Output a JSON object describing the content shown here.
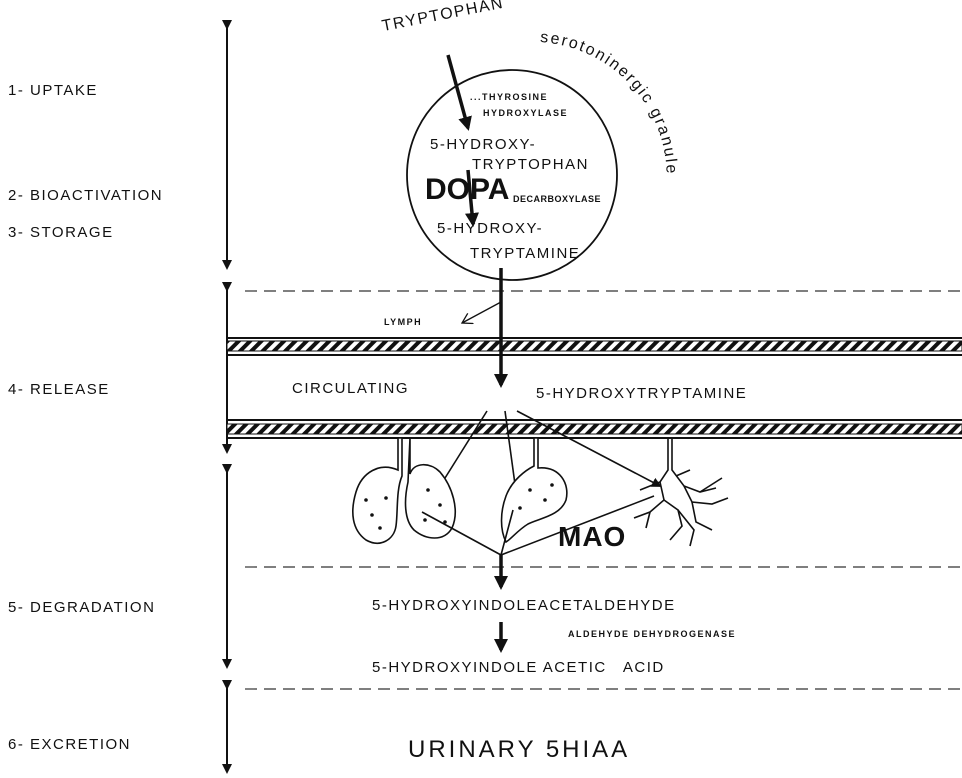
{
  "stages": {
    "uptake": "1- UPTAKE",
    "bioactivation": "2- BIOACTIVATION",
    "storage": "3- STORAGE",
    "release": "4- RELEASE",
    "degradation": "5- DEGRADATION",
    "excretion": "6- EXCRETION"
  },
  "granule": {
    "label": "serotoninergic granule",
    "precursor": "TRYPTOPHAN",
    "enzyme1": "...THYROSINE HYDROXYLASE",
    "enzyme1_line1": "...THYROSINE",
    "enzyme1_line2": "HYDROXYLASE",
    "intermediate_line1": "5-HYDROXY-",
    "intermediate_line2": "TRYPTOPHAN",
    "dopa": "DOPA",
    "enzyme2": "DECARBOXYLASE",
    "product_line1": "5-HYDROXY-",
    "product_line2": "TRYPTAMINE"
  },
  "release": {
    "lymph": "LYMPH",
    "circulating": "CIRCULATING",
    "circulating_compound": "5-HYDROXYTRYPTAMINE"
  },
  "degradation": {
    "enzyme": "MAO",
    "aldehyde": "5-HYDROXYINDOLEACETALDEHYDE",
    "dehydrogenase": "ALDEHYDE DEHYDROGENASE",
    "acid": "5-HYDROXYINDOLE ACETIC   ACID"
  },
  "excretion": {
    "product": "URINARY 5HIAA"
  },
  "colors": {
    "ink": "#111111",
    "background": "#ffffff"
  }
}
